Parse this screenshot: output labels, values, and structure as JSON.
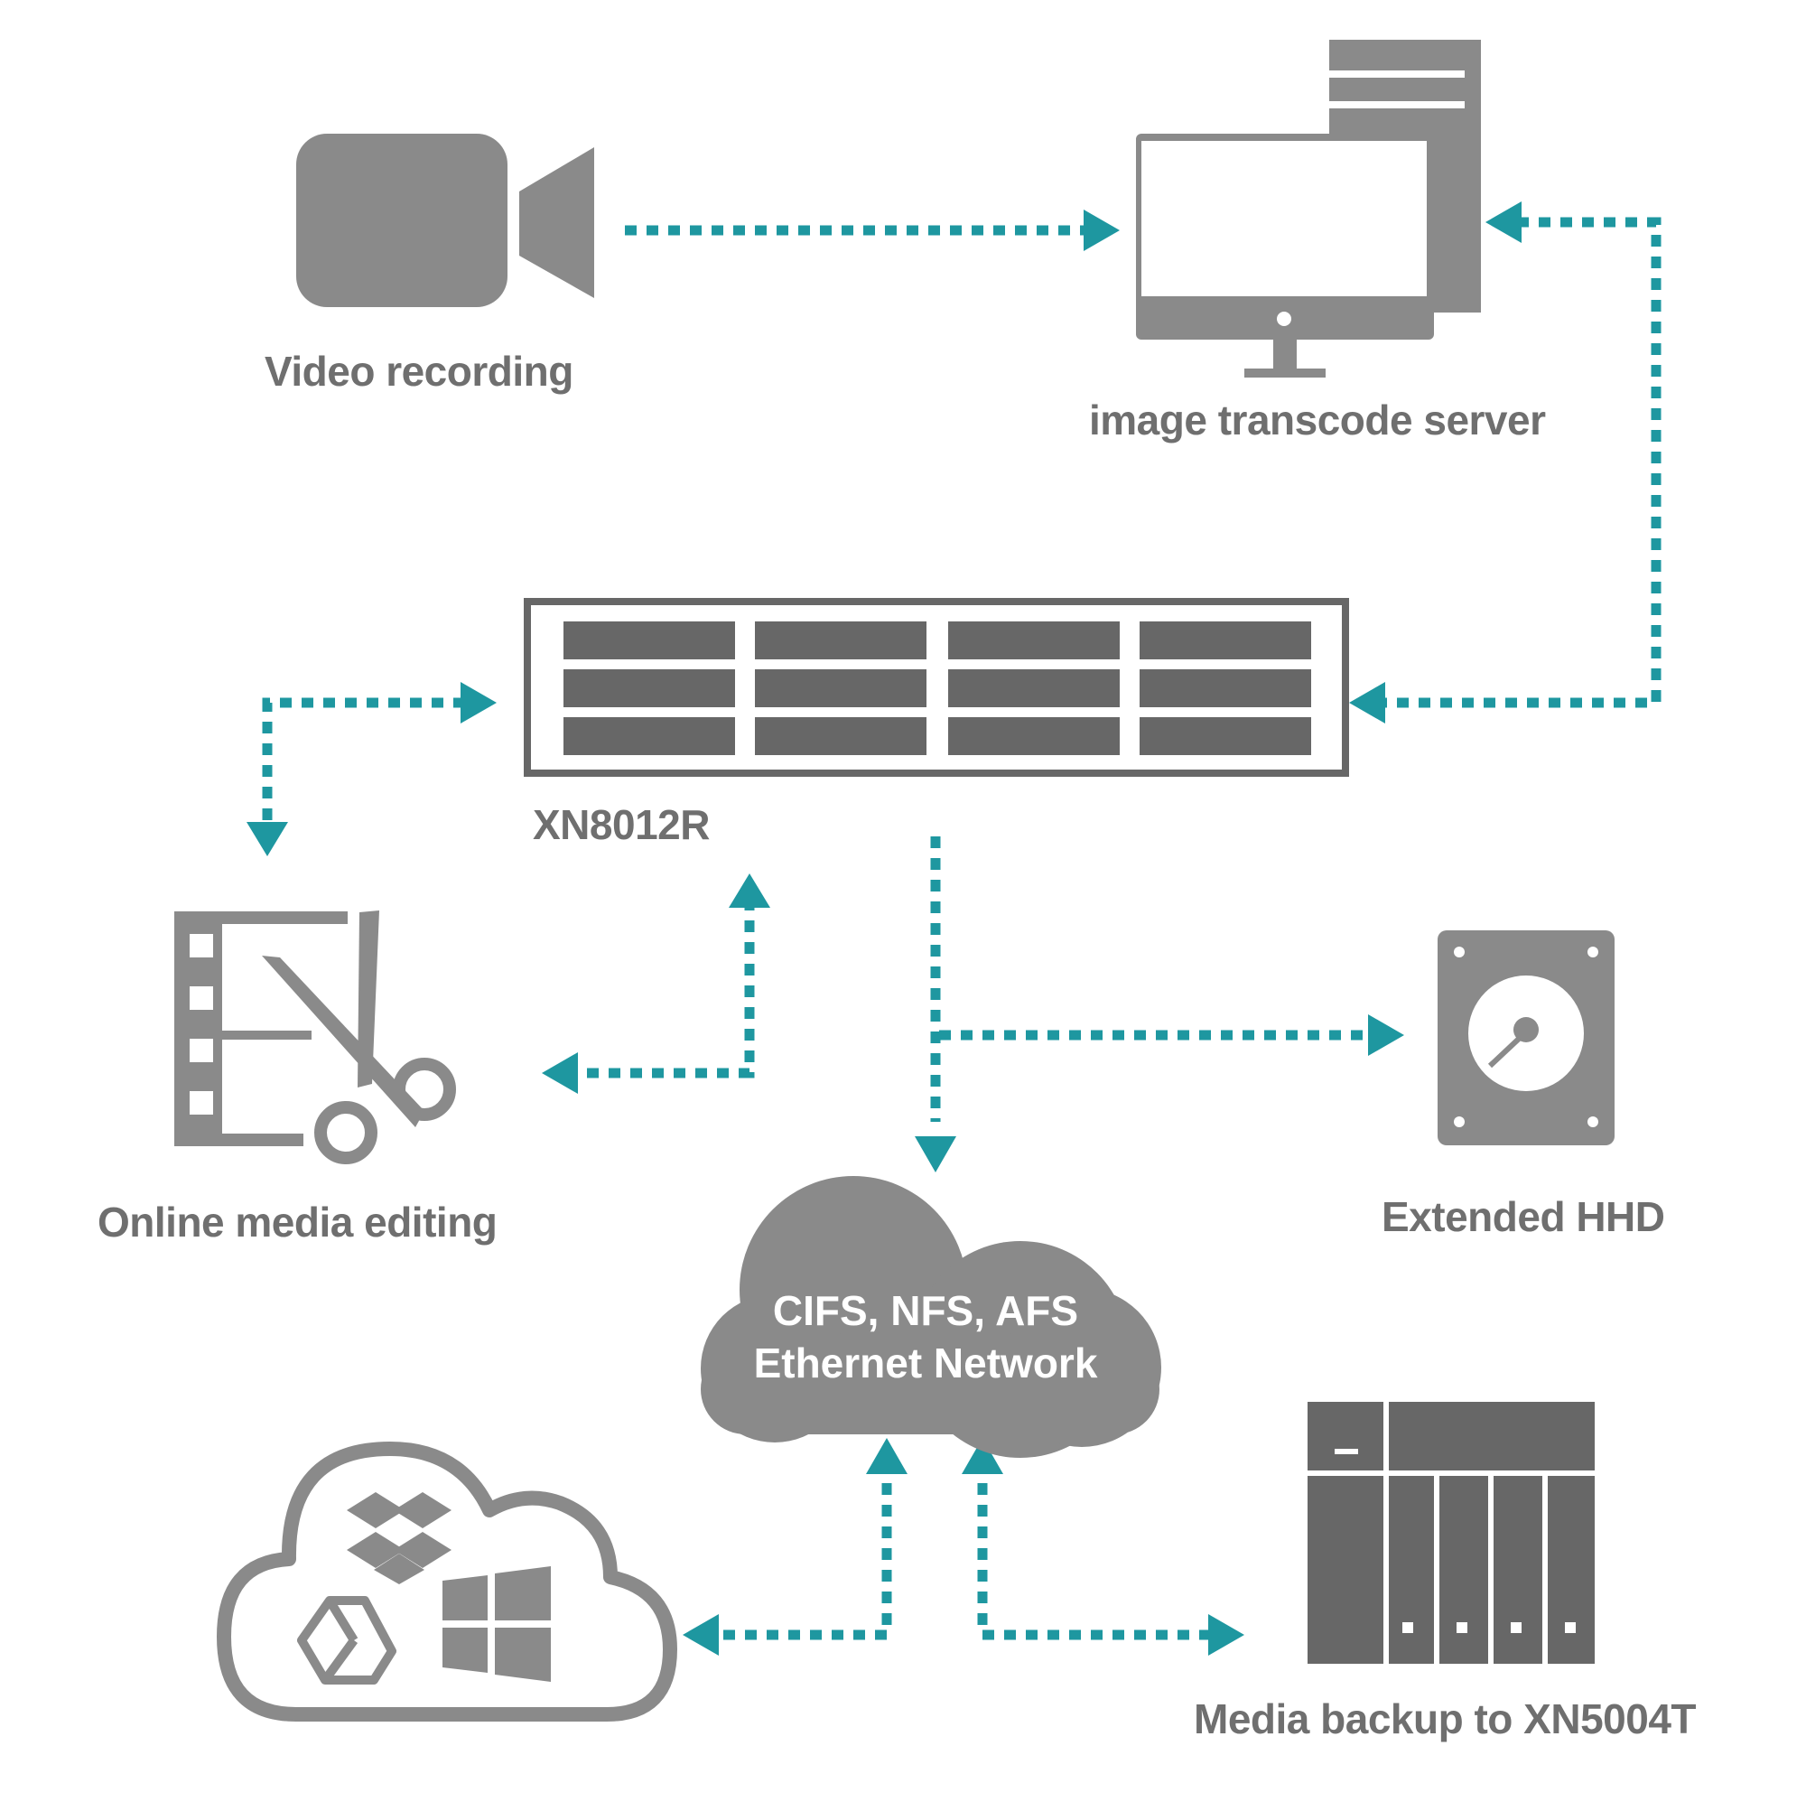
{
  "colors": {
    "icon_gray": "#8a8a8a",
    "dark_gray": "#676767",
    "arrow_teal": "#1e97a0",
    "label_gray": "#6f6f6f",
    "white": "#ffffff"
  },
  "nodes": {
    "video_recording": {
      "label": "Video recording",
      "icon": "video-camera-icon"
    },
    "transcode_server": {
      "label": "image transcode server",
      "icon": "desktop-server-icon"
    },
    "nas_main": {
      "label": "XN8012R",
      "icon": "rackmount-nas-icon"
    },
    "media_editing": {
      "label": "Online media editing",
      "icon": "film-scissors-icon"
    },
    "extended_hdd": {
      "label": "Extended HHD",
      "icon": "hard-disk-icon"
    },
    "network": {
      "line1": "CIFS, NFS, AFS",
      "line2": "Ethernet Network",
      "icon": "cloud-icon"
    },
    "cloud_services": {
      "icon": "cloud-services-icon",
      "services": [
        "dropbox-icon",
        "google-drive-icon",
        "windows-icon"
      ]
    },
    "backup_nas": {
      "label": "Media backup to XN5004T",
      "icon": "tower-nas-icon"
    }
  },
  "connections": [
    {
      "from": "video_recording",
      "to": "transcode_server",
      "style": "dotted-arrow"
    },
    {
      "from": "transcode_server",
      "to": "nas_main",
      "style": "dotted-bidirectional"
    },
    {
      "from": "nas_main",
      "to": "media_editing",
      "style": "dotted-bidirectional"
    },
    {
      "from": "media_editing",
      "to": "nas_main",
      "style": "dotted-bidirectional"
    },
    {
      "from": "nas_main",
      "to": "network",
      "style": "dotted-arrow"
    },
    {
      "from": "nas_main",
      "to": "extended_hdd",
      "style": "dotted-arrow"
    },
    {
      "from": "network",
      "to": "cloud_services",
      "style": "dotted-bidirectional"
    },
    {
      "from": "network",
      "to": "backup_nas",
      "style": "dotted-bidirectional"
    }
  ]
}
